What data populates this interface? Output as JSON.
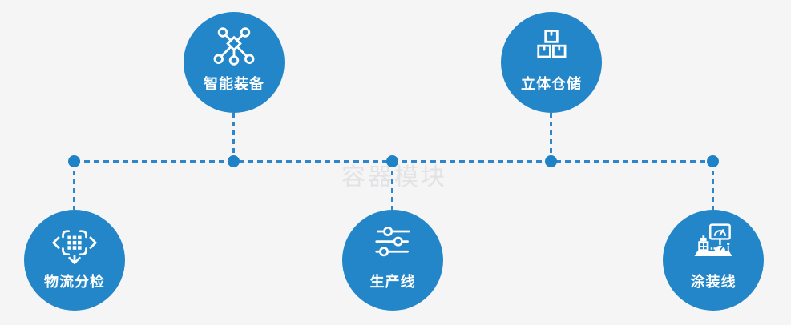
{
  "canvas": {
    "watermark": "容器模块"
  },
  "colors": {
    "background": "#f5f5f6",
    "node_blue": "#2386c8",
    "connector_blue": "#2e86c9",
    "dot_blue": "#1f82c6",
    "icon_white": "#ffffff",
    "watermark_gray": "#e3e3e5"
  },
  "nodes": [
    {
      "id": "smart-equipment",
      "label": "智能装备",
      "icon": "network-nodes-icon",
      "row": "top"
    },
    {
      "id": "warehouse-storage",
      "label": "立体仓储",
      "icon": "stacked-boxes-icon",
      "row": "top"
    },
    {
      "id": "logistics-sorting",
      "label": "物流分检",
      "icon": "sorting-arrows-icon",
      "row": "bottom"
    },
    {
      "id": "production-line",
      "label": "生产线",
      "icon": "sliders-icon",
      "row": "bottom"
    },
    {
      "id": "painting-line",
      "label": "涂装线",
      "icon": "control-console-icon",
      "row": "bottom"
    }
  ]
}
